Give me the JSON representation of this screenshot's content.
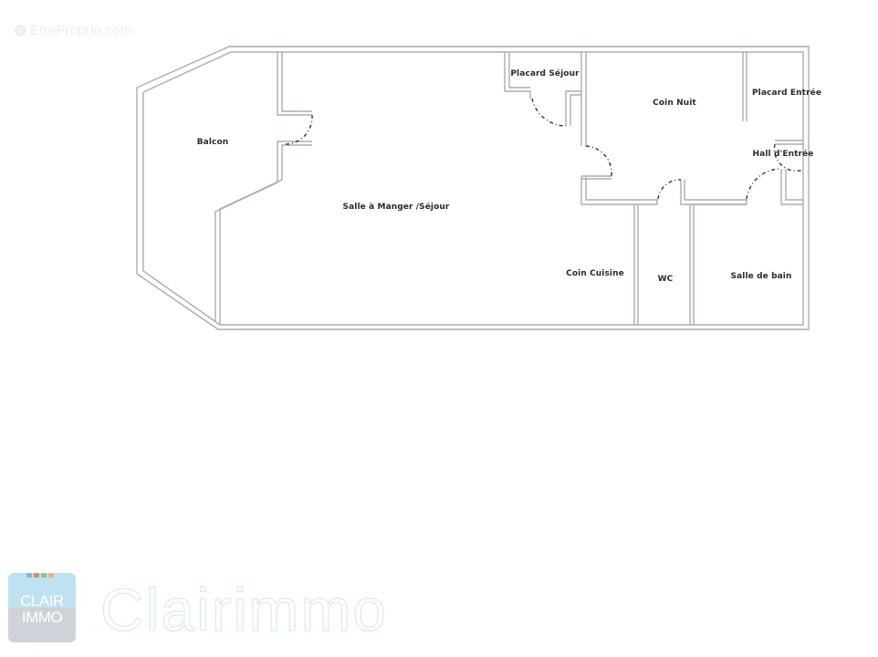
{
  "watermark": {
    "symbol": "©",
    "text": "EtreProprio.com"
  },
  "floor_plan": {
    "wall_color": "#a9aeb5",
    "door_color": "#333333",
    "rooms": [
      {
        "id": "balcon",
        "label": "Balcon"
      },
      {
        "id": "salle-a-manger-sejour",
        "label": "Salle à Manger /Séjour"
      },
      {
        "id": "placard-sejour",
        "label": "Placard Séjour"
      },
      {
        "id": "coin-nuit",
        "label": "Coin Nuit"
      },
      {
        "id": "placard-entree",
        "label": "Placard Entrée"
      },
      {
        "id": "hall-entree",
        "label": "Hall d'Entrée"
      },
      {
        "id": "coin-cuisine",
        "label": "Coin Cuisine"
      },
      {
        "id": "wc",
        "label": "WC"
      },
      {
        "id": "salle-de-bain",
        "label": "Salle de bain"
      }
    ]
  },
  "logo": {
    "line1": "CLAIR",
    "line2": "IMMO",
    "dot_colors": [
      "#7fb6e0",
      "#d98b7a",
      "#8cc48f",
      "#e7b27a"
    ],
    "top_color": "#bfe2f2",
    "bottom_color": "#cdd3d8"
  },
  "brand": {
    "name": "Clairimmo"
  }
}
